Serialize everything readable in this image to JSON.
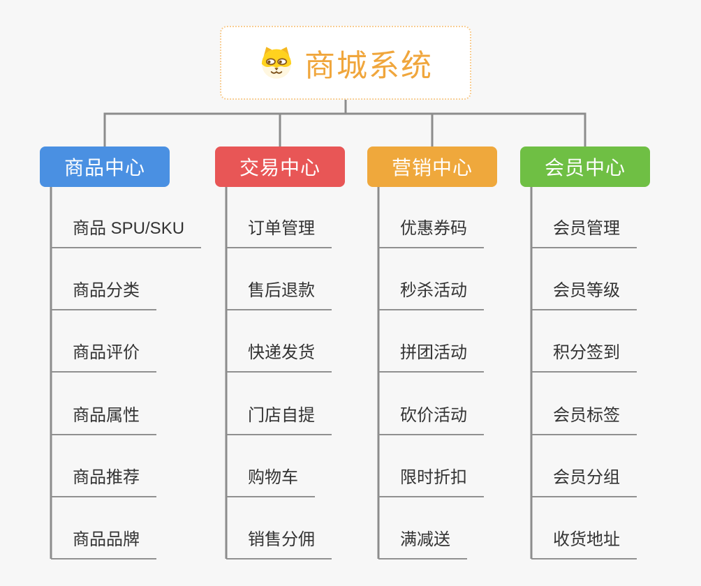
{
  "app": {
    "background_color": "#f7f7f7",
    "connector_color": "#8C8C8C",
    "leaf_underline_color": "#909090",
    "leaf_text_color": "#333333"
  },
  "root": {
    "title": "商城系统",
    "icon": "shiba-dog-icon",
    "text_color": "#F0A63C",
    "border_color": "#F8CD92",
    "background": "#ffffff"
  },
  "branches": [
    {
      "id": "product-center",
      "label": "商品中心",
      "color": "#4A90E2",
      "children": [
        "商品 SPU/SKU",
        "商品分类",
        "商品评价",
        "商品属性",
        "商品推荐",
        "商品品牌"
      ]
    },
    {
      "id": "trade-center",
      "label": "交易中心",
      "color": "#E85656",
      "children": [
        "订单管理",
        "售后退款",
        "快递发货",
        "门店自提",
        "购物车",
        "销售分佣"
      ]
    },
    {
      "id": "marketing-center",
      "label": "营销中心",
      "color": "#EFA83C",
      "children": [
        "优惠券码",
        "秒杀活动",
        "拼团活动",
        "砍价活动",
        "限时折扣",
        "满减送"
      ]
    },
    {
      "id": "member-center",
      "label": "会员中心",
      "color": "#6FBF44",
      "children": [
        "会员管理",
        "会员等级",
        "积分签到",
        "会员标签",
        "会员分组",
        "收货地址"
      ]
    }
  ]
}
